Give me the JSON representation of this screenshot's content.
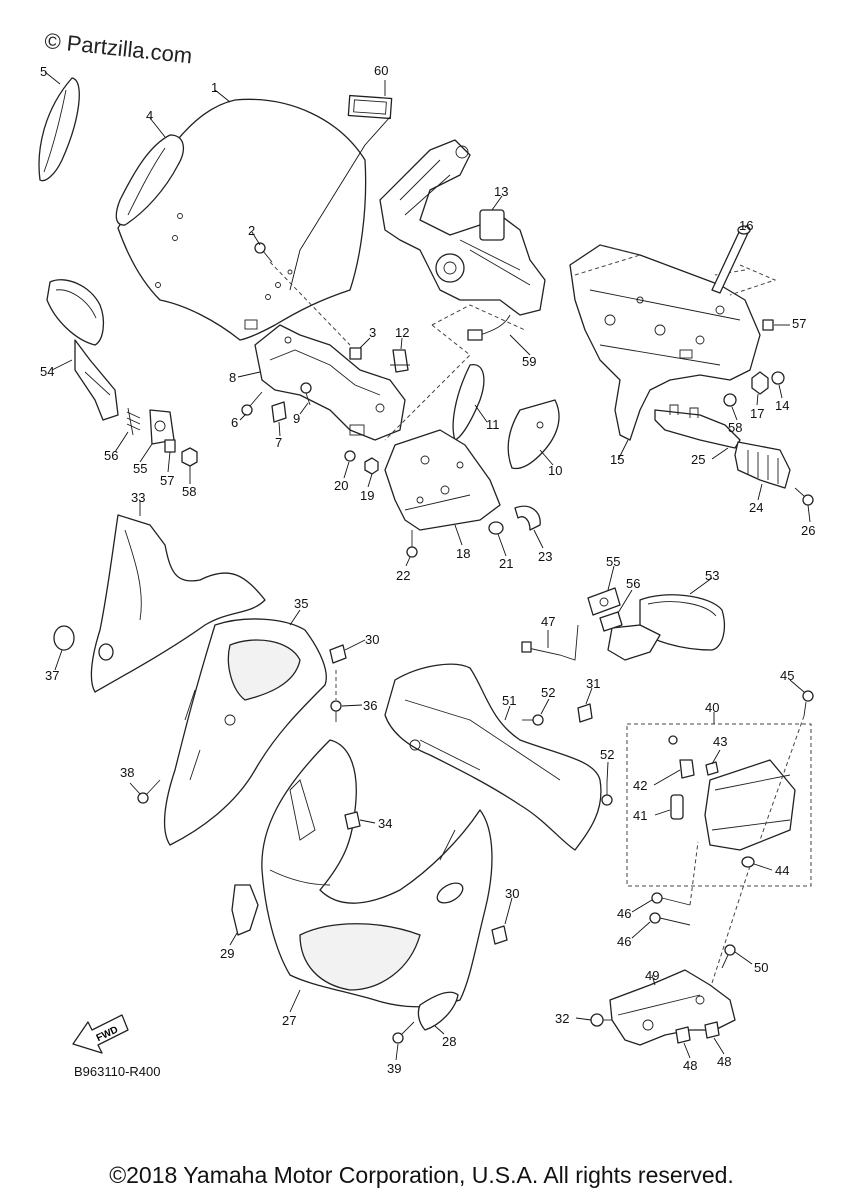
{
  "watermark": "© Partzilla.com",
  "reference_code": "B963110-R400",
  "copyright": "©2018 Yamaha Motor Corporation, U.S.A. All rights reserved.",
  "fwd_label": "FWD",
  "callouts": {
    "c1": "1",
    "c2": "2",
    "c3": "3",
    "c4": "4",
    "c5": "5",
    "c6": "6",
    "c7": "7",
    "c8": "8",
    "c9": "9",
    "c10": "10",
    "c11": "11",
    "c12": "12",
    "c13": "13",
    "c14": "14",
    "c15": "15",
    "c16": "16",
    "c17": "17",
    "c18": "18",
    "c19": "19",
    "c20": "20",
    "c21": "21",
    "c22": "22",
    "c23": "23",
    "c24": "24",
    "c25": "25",
    "c26": "26",
    "c27": "27",
    "c28": "28",
    "c29": "29",
    "c30a": "30",
    "c30b": "30",
    "c31": "31",
    "c32": "32",
    "c33": "33",
    "c34": "34",
    "c35": "35",
    "c36": "36",
    "c37": "37",
    "c38": "38",
    "c39": "39",
    "c40": "40",
    "c41": "41",
    "c42": "42",
    "c43": "43",
    "c44": "44",
    "c45": "45",
    "c46a": "46",
    "c46b": "46",
    "c47": "47",
    "c48a": "48",
    "c48b": "48",
    "c49": "49",
    "c50": "50",
    "c51": "51",
    "c52a": "52",
    "c52b": "52",
    "c53": "53",
    "c54": "54",
    "c55a": "55",
    "c55b": "55",
    "c56a": "56",
    "c56b": "56",
    "c57a": "57",
    "c57b": "57",
    "c58a": "58",
    "c58b": "58",
    "c59": "59",
    "c60": "60"
  }
}
